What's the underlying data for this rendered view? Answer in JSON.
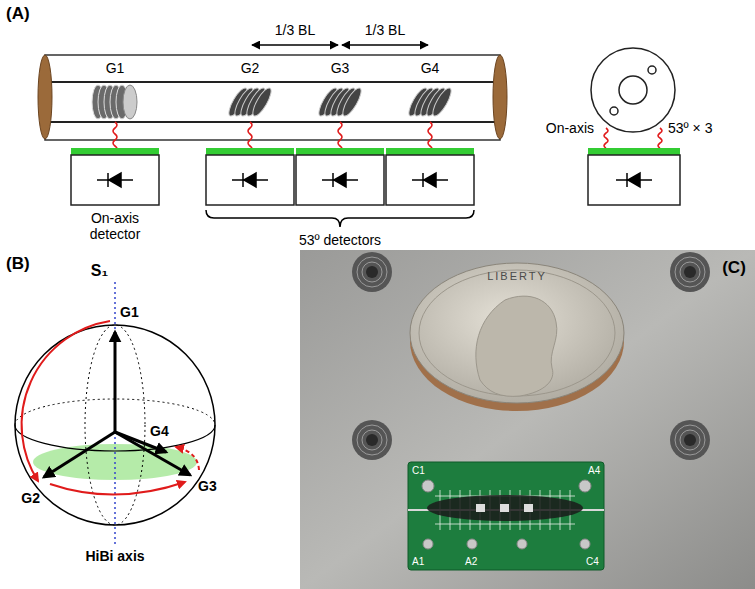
{
  "diagram": {
    "labels": [
      "(A)",
      "1/3 BL",
      "1/3 BL",
      "G1",
      "G2",
      "G3",
      "G4",
      "On-axis",
      "53º × 3",
      "On-axis detector",
      "53º detectors",
      "(B)",
      "S₁",
      "G1",
      "(C)",
      "LIBERTY",
      "G4",
      "G2",
      "G3",
      "HiBi axis",
      "C1",
      "A4",
      "A1",
      "A2",
      "C4"
    ]
  }
}
